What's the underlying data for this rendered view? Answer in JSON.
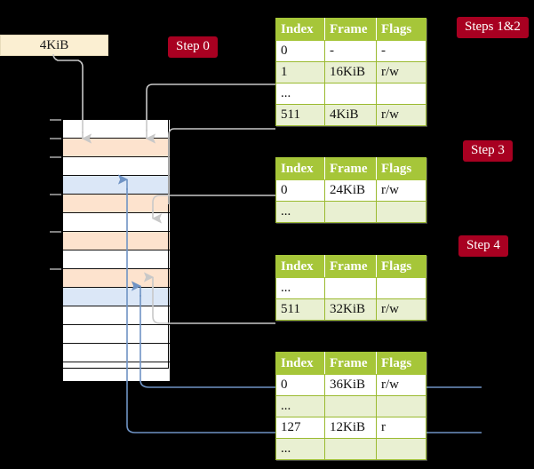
{
  "diagram": {
    "title_badges": [
      {
        "id": "steps-1-2",
        "label": "Steps 1&2"
      },
      {
        "id": "step-3",
        "label": "Step 3"
      },
      {
        "id": "step-4",
        "label": "Step 4"
      },
      {
        "id": "step-0",
        "label": "Step 0"
      }
    ],
    "accent_color": "#a80021",
    "header_color": "#a6c639",
    "alt_row_color": "#e9f0d2",
    "highlight_color": "#fbf6b2",
    "orange_frame_color": "#fde3ce",
    "blue_frame_color": "#dbe7f7",
    "source_box_color": "#fbefd2",
    "gray_arrow_color": "#c8c8c8",
    "blue_arrow_color": "#6f93c4"
  },
  "source_box": {
    "label": "4KiB"
  },
  "tables": [
    {
      "id": "table-level-0",
      "columns": [
        "Index",
        "Frame",
        "Flags"
      ],
      "rows": [
        {
          "style": "plain",
          "cells": [
            "0",
            "-",
            "-"
          ]
        },
        {
          "style": "alt",
          "cells": [
            "1",
            "16KiB",
            "r/w"
          ]
        },
        {
          "style": "plain",
          "cells": [
            "...",
            "",
            ""
          ]
        },
        {
          "style": "alt",
          "cells": [
            "511",
            "4KiB",
            "r/w"
          ],
          "highlight": true
        }
      ]
    },
    {
      "id": "table-level-1",
      "columns": [
        "Index",
        "Frame",
        "Flags"
      ],
      "rows": [
        {
          "style": "plain",
          "cells": [
            "0",
            "24KiB",
            "r/w"
          ]
        },
        {
          "style": "alt",
          "cells": [
            "...",
            "",
            ""
          ]
        }
      ]
    },
    {
      "id": "table-level-2",
      "columns": [
        "Index",
        "Frame",
        "Flags"
      ],
      "rows": [
        {
          "style": "plain",
          "cells": [
            "...",
            "",
            ""
          ]
        },
        {
          "style": "alt",
          "cells": [
            "511",
            "32KiB",
            "r/w"
          ]
        }
      ]
    },
    {
      "id": "table-level-3",
      "columns": [
        "Index",
        "Frame",
        "Flags"
      ],
      "rows": [
        {
          "style": "plain",
          "cells": [
            "0",
            "36KiB",
            "r/w"
          ]
        },
        {
          "style": "alt",
          "cells": [
            "...",
            "",
            ""
          ]
        },
        {
          "style": "plain",
          "cells": [
            "127",
            "12KiB",
            "r"
          ]
        },
        {
          "style": "alt",
          "cells": [
            "...",
            "",
            ""
          ]
        }
      ]
    }
  ],
  "memory_column": {
    "label": "physical-memory-frames",
    "rows": [
      {
        "fill": "white"
      },
      {
        "fill": "orange"
      },
      {
        "fill": "white"
      },
      {
        "fill": "blue"
      },
      {
        "fill": "orange"
      },
      {
        "fill": "white"
      },
      {
        "fill": "orange"
      },
      {
        "fill": "white"
      },
      {
        "fill": "orange"
      },
      {
        "fill": "blue"
      },
      {
        "fill": "white"
      },
      {
        "fill": "white"
      },
      {
        "fill": "white"
      },
      {
        "fill": "white"
      }
    ]
  }
}
